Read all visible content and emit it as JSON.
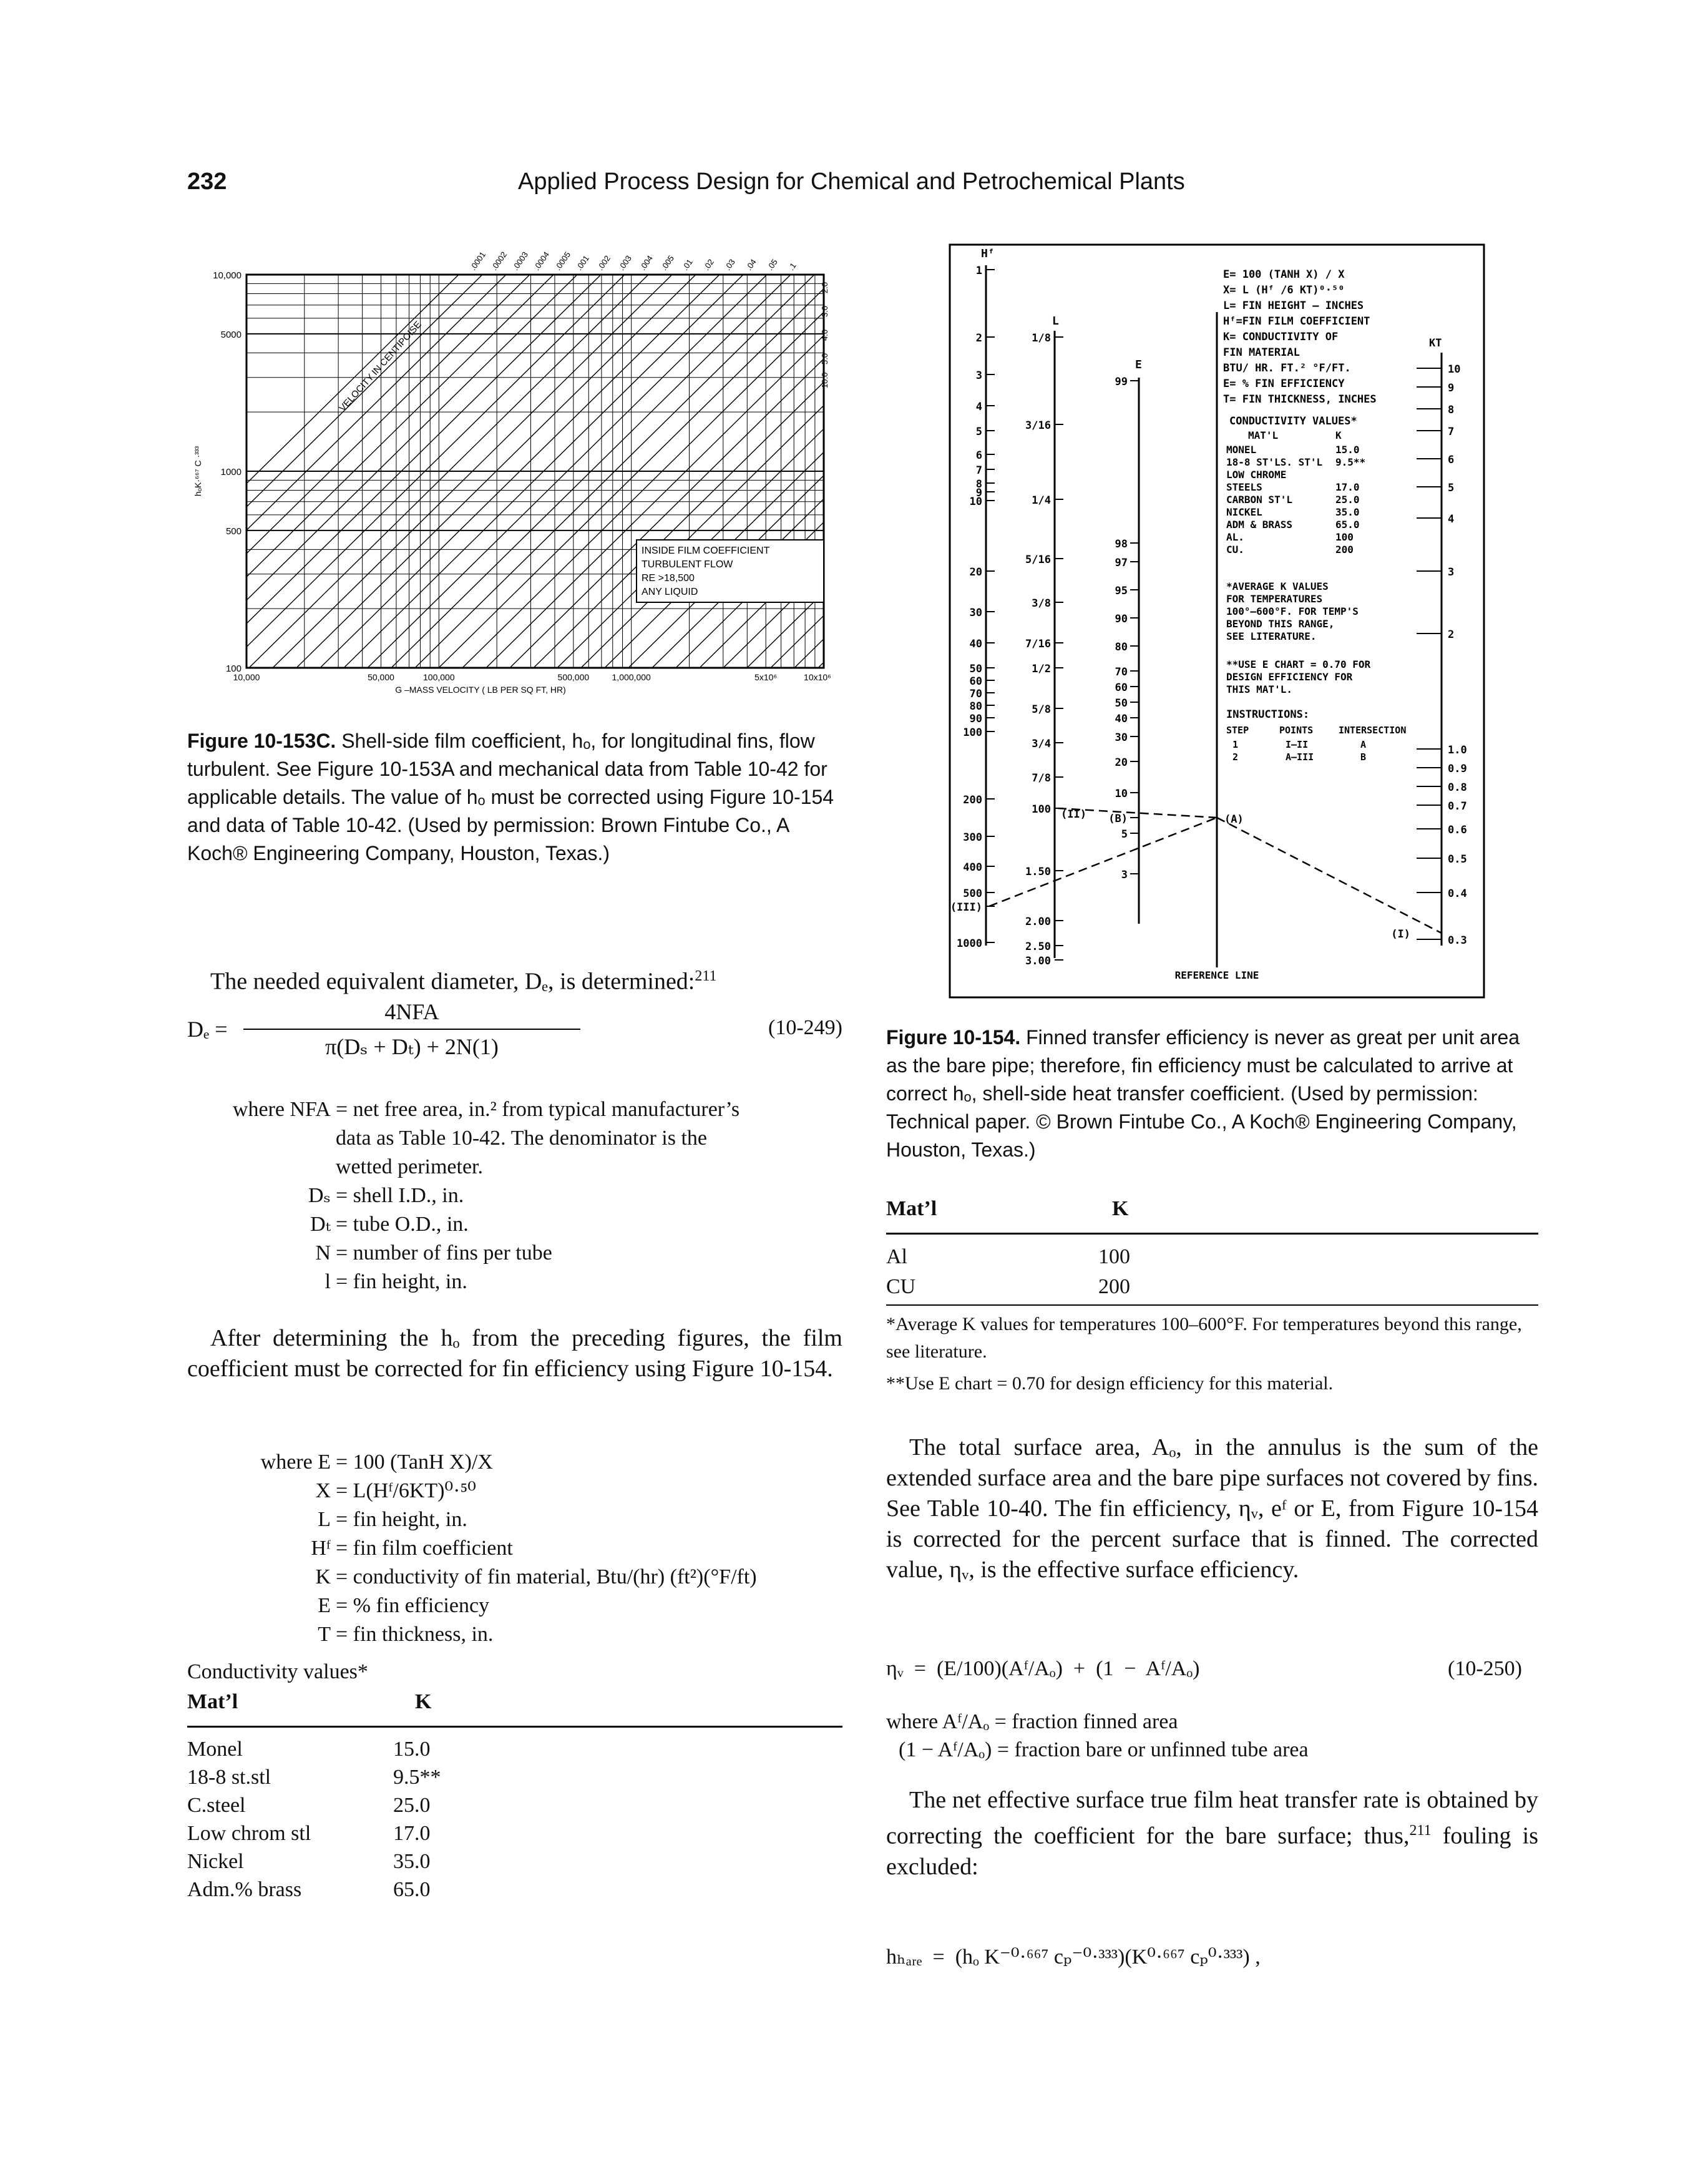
{
  "header": {
    "page_number": "232",
    "title": "Applied Process Design for Chemical and Petrochemical Plants"
  },
  "fig153c": {
    "y_ticks": [
      "10,000",
      "5000",
      "1000",
      "500",
      "100"
    ],
    "x_ticks": [
      "10,000",
      "50,000",
      "100,000",
      "500,000",
      "1,000,000",
      "5x10⁶",
      "10x10⁶"
    ],
    "y_axis_label": "hₒK·⁶⁶⁷ C ·³³³",
    "x_axis_label": "G –MASS VELOCITY ( LB PER SQ FT, HR)",
    "diag_label": "VELOCITY IN CENTIPOISE",
    "viscosity_labels": [
      ".0001",
      ".0002",
      ".0003",
      ".0004",
      ".0005",
      ".001",
      ".002",
      ".003",
      ".004",
      ".005",
      ".01",
      ".02",
      ".03",
      ".04",
      ".05",
      ".1"
    ],
    "right_labels": [
      "2.0",
      "3.0",
      "4.0",
      "5.0",
      "10.0"
    ],
    "box": [
      "INSIDE FILM COEFFICIENT",
      "TURBULENT FLOW",
      "RE >18,500",
      "ANY LIQUID"
    ],
    "caption_bold": "Figure 10-153C.",
    "caption_text": " Shell-side film coefficient, hₒ, for longitudinal fins, flow turbulent. See Figure 10-153A and mechanical data from Table 10-42 for applicable details. The value of hₒ must be corrected using Figure 10-154 and data of Table 10-42. (Used by permission: Brown Fintube Co., A Koch® Engineering Company, Houston, Texas.)"
  },
  "fig154": {
    "hf_label": "Hᶠ",
    "hf_ticks": [
      "1",
      "2",
      "3",
      "4",
      "5",
      "6",
      "7",
      "8",
      "9",
      "10",
      "20",
      "30",
      "40",
      "50",
      "60",
      "70",
      "80",
      "90",
      "100",
      "200",
      "300",
      "400",
      "500",
      "(III)",
      "1000"
    ],
    "l_label": "L",
    "l_ticks": [
      "1/8",
      "3/16",
      "1/4",
      "5/16",
      "3/8",
      "7/16",
      "1/2",
      "5/8",
      "3/4",
      "7/8",
      "100",
      "1.50",
      "2.00",
      "2.50",
      "3.00"
    ],
    "l_marks": [
      "(II)"
    ],
    "e_label": "E",
    "e_ticks": [
      "99",
      "98",
      "97",
      "95",
      "90",
      "80",
      "70",
      "60",
      "50",
      "40",
      "30",
      "20",
      "10",
      "(B)",
      "5",
      "3"
    ],
    "ref_label": "REFERENCE LINE",
    "point_a": "(A)",
    "point_i": "(I)",
    "kt_label": "KT",
    "kt_ticks": [
      "10",
      "9",
      "8",
      "7",
      "6",
      "5",
      "4",
      "3",
      "2",
      "1.0",
      "0.9",
      "0.8",
      "0.7",
      "0.6",
      "0.5",
      "0.4",
      "0.3"
    ],
    "legend": [
      "E= 100 (TANH X) / X",
      "X= L (Hᶠ /6 KT)⁰·⁵⁰",
      "L= FIN HEIGHT – INCHES",
      "Hᶠ=FIN FILM COEFFICIENT",
      "K= CONDUCTIVITY OF",
      "    FIN MATERIAL",
      "    BTU/ HR. FT.² °F/FT.",
      "E= % FIN EFFICIENCY",
      "T= FIN THICKNESS, INCHES"
    ],
    "cond_title": "CONDUCTIVITY VALUES*",
    "cond_header": [
      "MAT'L",
      "K"
    ],
    "cond_rows": [
      [
        "MONEL",
        "15.0"
      ],
      [
        "18-8 ST'LS. ST'L",
        "9.5**"
      ],
      [
        "LOW CHROME",
        ""
      ],
      [
        "  STEELS",
        "17.0"
      ],
      [
        "CARBON ST'L",
        "25.0"
      ],
      [
        "NICKEL",
        "35.0"
      ],
      [
        "ADM & BRASS",
        "65.0"
      ],
      [
        "AL.",
        "100"
      ],
      [
        "CU.",
        "200"
      ]
    ],
    "note1": [
      "*AVERAGE K VALUES",
      "FOR TEMPERATURES",
      "100°–600°F. FOR TEMP'S",
      "BEYOND THIS RANGE,",
      "SEE LITERATURE."
    ],
    "note2": [
      "**USE E CHART = 0.70 FOR",
      "DESIGN EFFICIENCY FOR",
      "THIS MAT'L."
    ],
    "instr_title": "INSTRUCTIONS:",
    "instr_header": [
      "STEP",
      "POINTS",
      "INTERSECTION"
    ],
    "instr_rows": [
      [
        "1",
        "I–II",
        "A"
      ],
      [
        "2",
        "A–III",
        "B"
      ]
    ],
    "caption_bold": "Figure 10-154.",
    "caption_text": " Finned transfer efficiency is never as great per unit area as the bare pipe; therefore, fin efficiency must be calculated to arrive at correct hₒ, shell-side heat transfer coefficient. (Used by permission: Technical paper. © Brown Fintube Co., A Koch® Engineering Company, Houston, Texas.)"
  },
  "left": {
    "intro": "The needed equivalent diameter, Dₑ, is determined:",
    "intro_ref": "211",
    "eq249_lhs": "Dₑ =",
    "eq249_num": "4NFA",
    "eq249_den": "π(Dₛ + Dₜ) + 2N(1)",
    "eq249_no": "(10-249)",
    "where1": [
      [
        "where  NFA",
        "= net free area, in.² from typical manufacturer’s"
      ],
      [
        "",
        "data as Table 10-42. The denominator is the"
      ],
      [
        "",
        "wetted perimeter."
      ],
      [
        "Dₛ",
        "= shell I.D., in."
      ],
      [
        "Dₜ",
        "= tube O.D., in."
      ],
      [
        "N",
        "= number of fins per tube"
      ],
      [
        "l",
        "= fin height, in."
      ]
    ],
    "para2": "After determining the hₒ from the preceding figures, the film coefficient must be corrected for fin efficiency using Figure 10-154.",
    "where2": [
      [
        "where  E",
        "= 100 (TanH X)/X"
      ],
      [
        "X",
        "= L(Hᶠ/6KT)⁰·⁵⁰"
      ],
      [
        "L",
        "= fin height, in."
      ],
      [
        "Hᶠ",
        "= fin film coefficient"
      ],
      [
        "K",
        "= conductivity of fin material, Btu/(hr) (ft²)(°F/ft)"
      ],
      [
        "E",
        "= % fin efficiency"
      ],
      [
        "T",
        "= fin thickness, in."
      ]
    ],
    "cond_title": "Conductivity values*",
    "table_header": [
      "Mat’l",
      "K"
    ],
    "table_rows": [
      [
        "Monel",
        "15.0"
      ],
      [
        "18-8 st.stl",
        "9.5**"
      ],
      [
        "C.steel",
        "25.0"
      ],
      [
        "Low chrom stl",
        "17.0"
      ],
      [
        "Nickel",
        "35.0"
      ],
      [
        "Adm.% brass",
        "65.0"
      ]
    ]
  },
  "right": {
    "table_header": [
      "Mat’l",
      "K"
    ],
    "table_rows": [
      [
        "Al",
        "100"
      ],
      [
        "CU",
        "200"
      ]
    ],
    "note1": "*Average K values for temperatures 100–600°F. For temperatures beyond this range, see literature.",
    "note2": "**Use E chart = 0.70 for design efficiency for this material.",
    "para1": "The total surface area, Aₒ, in the annulus is the sum of the extended surface area and the bare pipe surfaces not covered by fins. See Table 10-40. The fin efficiency, ηᵥ, eᶠ or E, from Figure 10-154 is corrected for the percent surface that is finned. The corrected value, ηᵥ, is the effective surface efficiency.",
    "eq250": "ηᵥ  =  (E/100)(Aᶠ/Aₒ)  +  (1  −  Aᶠ/Aₒ)",
    "eq250_no": "(10-250)",
    "where_a": "where Aᶠ/Aₒ = fraction finned area",
    "where_b": "(1 − Aᶠ/Aₒ) = fraction bare or unfinned tube area",
    "para2": "The net effective surface true film heat transfer rate is obtained by correcting the coefficient for the bare surface; thus,",
    "para2_ref": "211",
    "para2_end": " fouling is excluded:",
    "eq_bare": "hₕₐᵣₑ  =  (hₒ K⁻⁰·⁶⁶⁷ cₚ⁻⁰·³³³)(K⁰·⁶⁶⁷ cₚ⁰·³³³) ,"
  }
}
